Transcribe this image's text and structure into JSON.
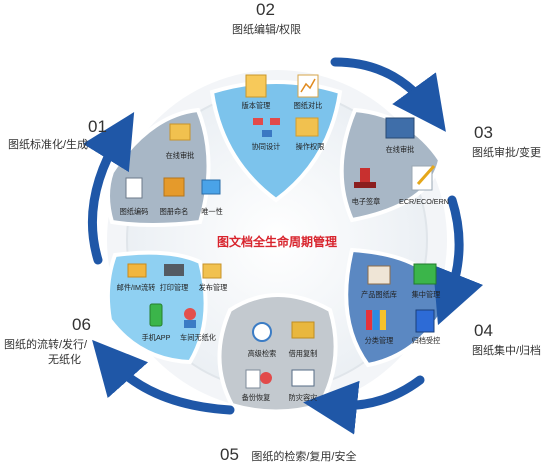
{
  "center_title": "图文档全生命周期管理",
  "stages": [
    {
      "number": "01",
      "title": "图纸标准化/生成",
      "items": [
        "在线审批",
        "图纸编码",
        "图册命名",
        "唯一性"
      ],
      "color": "#a8b7c6"
    },
    {
      "number": "02",
      "title": "图纸编辑/权限",
      "items": [
        "版本管理",
        "图纸对比",
        "协同设计",
        "操作权限"
      ],
      "color": "#7cc3ec"
    },
    {
      "number": "03",
      "title": "图纸审批/变更",
      "items": [
        "在线审批",
        "电子签章",
        "ECR/ECO/ERN"
      ],
      "color": "#a8b7c6"
    },
    {
      "number": "04",
      "title": "图纸集中/归档",
      "items": [
        "产品图纸库",
        "集中管理",
        "分类管理",
        "归档受控"
      ],
      "color": "#5b88c2"
    },
    {
      "number": "05",
      "title": "图纸的检索/复用/安全",
      "items": [
        "高级检索",
        "借用复制",
        "备份恢复",
        "防灾容灾"
      ],
      "color": "#c3c9cf"
    },
    {
      "number": "06",
      "title_lines": [
        "图纸的流转/发行/",
        "无纸化"
      ],
      "items": [
        "邮件/IM流转",
        "打印管理",
        "发布管理",
        "手机APP",
        "车间无纸化"
      ],
      "color": "#8fd0f2"
    }
  ],
  "icons": {
    "s1": [
      "folder-icon",
      "document-icon",
      "blueprint-folder-icon",
      "open-book-icon"
    ],
    "s2": [
      "documents-icon",
      "chart-document-icon",
      "network-computers-icon",
      "permission-folder-icon"
    ],
    "s3": [
      "monitor-list-icon",
      "stamp-icon",
      "edit-document-icon"
    ],
    "s4": [
      "file-cabinet-icon",
      "green-folder-icon",
      "binders-icon",
      "archive-binder-icon"
    ],
    "s5": [
      "search-person-icon",
      "folder-sync-icon",
      "database-backup-icon",
      "shield-screen-icon"
    ],
    "s6": [
      "envelope-icon",
      "printer-icon",
      "folder-send-icon",
      "mobile-phone-icon",
      "workshop-person-icon"
    ]
  },
  "arrow_color": "#1f57a7"
}
